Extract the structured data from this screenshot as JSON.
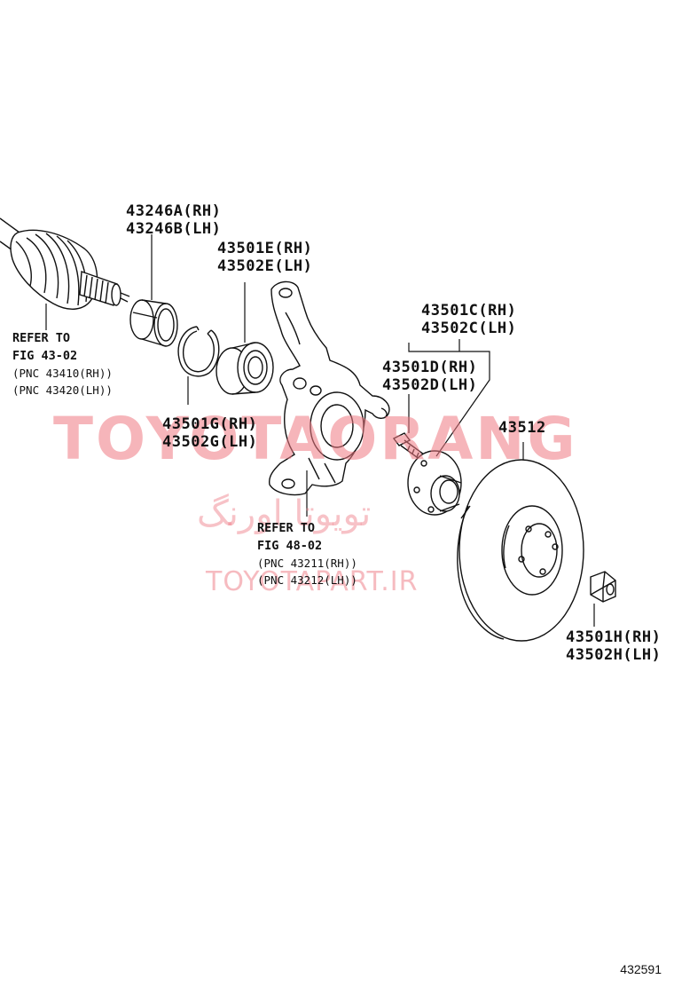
{
  "labels": {
    "p43246": [
      "43246A(RH)",
      "43246B(LH)"
    ],
    "p43501e": [
      "43501E(RH)",
      "43502E(LH)"
    ],
    "p43501c": [
      "43501C(RH)",
      "43502C(LH)"
    ],
    "p43501d": [
      "43501D(RH)",
      "43502D(LH)"
    ],
    "p43512": "43512",
    "p43501g": [
      "43501G(RH)",
      "43502G(LH)"
    ],
    "p43501h": [
      "43501H(RH)",
      "43502H(LH)"
    ]
  },
  "refs": {
    "driveshaft": [
      "REFER TO",
      "FIG 43-02",
      "(PNC 43410(RH))",
      "(PNC 43420(LH))"
    ],
    "knuckle": [
      "REFER TO",
      "FIG 48-02",
      "(PNC 43211(RH))",
      "(PNC 43212(LH))"
    ]
  },
  "watermark": {
    "main": "TOYOTAORANG",
    "persian": "تویوتا اورنگ",
    "url": "TOYOTAPART.IR"
  },
  "figure_number": "432591",
  "icons": [
    "drive-shaft-icon",
    "bearing-ring-icon",
    "snap-ring-icon",
    "wheel-bearing-icon",
    "steering-knuckle-icon",
    "hub-bolt-icon",
    "axle-hub-icon",
    "brake-disc-icon",
    "hub-nut-icon"
  ]
}
